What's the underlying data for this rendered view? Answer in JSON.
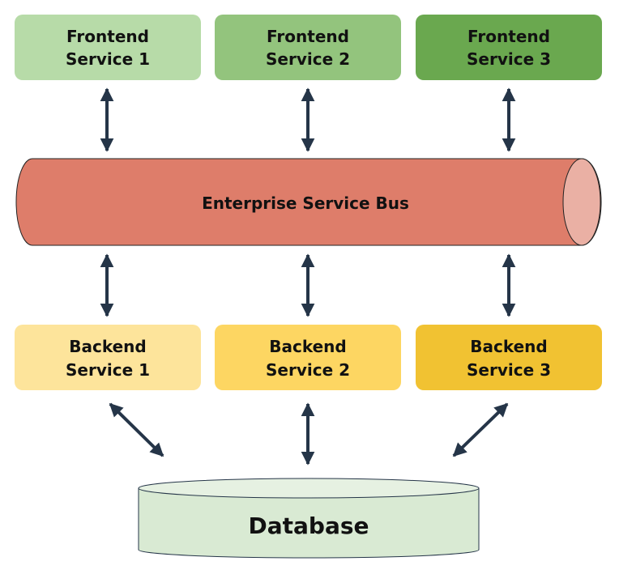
{
  "frontend": [
    {
      "line1": "Frontend",
      "line2": "Service 1",
      "color": "#b7dba8"
    },
    {
      "line1": "Frontend",
      "line2": "Service 2",
      "color": "#93c47d"
    },
    {
      "line1": "Frontend",
      "line2": "Service 3",
      "color": "#6aa84f"
    }
  ],
  "bus": {
    "label": "Enterprise Service Bus",
    "color": "#de7d6a",
    "end_color": "#eab0a4"
  },
  "backend": [
    {
      "line1": "Backend",
      "line2": "Service 1",
      "color": "#fde49b"
    },
    {
      "line1": "Backend",
      "line2": "Service 2",
      "color": "#fdd662"
    },
    {
      "line1": "Backend",
      "line2": "Service 3",
      "color": "#f1c232"
    }
  ],
  "database": {
    "label": "Database",
    "color": "#d9ead3",
    "top_color": "#e6f1e2"
  },
  "arrow_color": "#253548"
}
